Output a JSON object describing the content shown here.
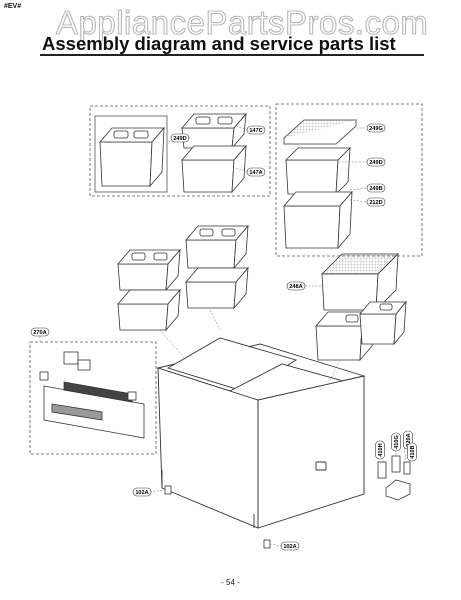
{
  "page": {
    "doc_code": "#EV#",
    "watermark": "AppliancePartsPros.com",
    "title": "Assembly diagram and service parts list",
    "page_number": "- 54 -"
  },
  "part_labels": [
    "249D",
    "147C",
    "147A",
    "249G",
    "249D",
    "249B",
    "212D",
    "248A",
    "270A",
    "410H",
    "410G",
    "320A",
    "410B",
    "102A",
    "102A"
  ],
  "colors": {
    "line": "#333333",
    "box_dash": "#555555",
    "leader": "#777777",
    "watermark_stroke": "#b8b8b8"
  }
}
